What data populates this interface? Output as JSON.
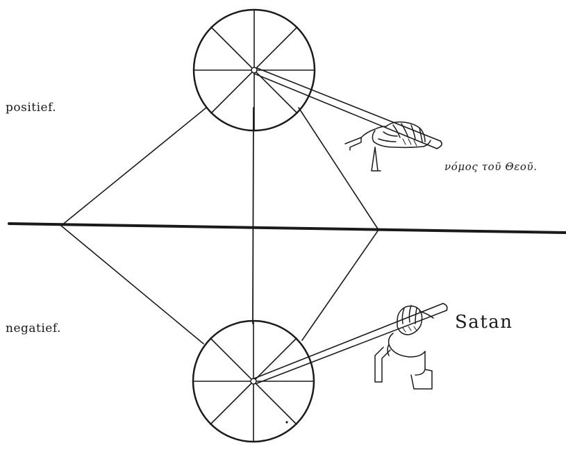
{
  "labels": {
    "positive": "positief.",
    "negative": "negatief.",
    "law_of_god": "νόμος τοῦ Θεοῦ.",
    "satan": "Satan"
  },
  "colors": {
    "ink": "#1a1a1a",
    "paper": "#ffffff"
  }
}
